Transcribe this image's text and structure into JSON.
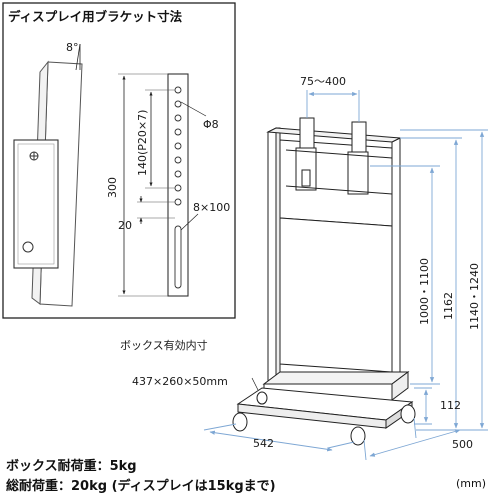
{
  "inset": {
    "title": "ディスプレイ用ブラケット寸法",
    "labels": {
      "tilt": "8°",
      "hole_dia": "Φ8",
      "pitch": "140(P20×7)",
      "height": "300",
      "spacing": "20",
      "slot": "8×100"
    }
  },
  "stand": {
    "labels": {
      "vesa": "75〜400",
      "center_range": "1000・1100",
      "total_height": "1162",
      "height_range": "1140・1240",
      "box_caption": "ボックス有効内寸",
      "box_dims": "437×260×50mm",
      "base_height": "112",
      "width": "542",
      "depth": "500"
    }
  },
  "specs": {
    "box_load": "ボックス耐荷重：5kg",
    "total_load": "総耐荷重：20kg (ディスプレイは15kgまで)"
  },
  "unit": "(mm)",
  "colors": {
    "dimension": "#7ea7d4",
    "line": "#222222"
  }
}
